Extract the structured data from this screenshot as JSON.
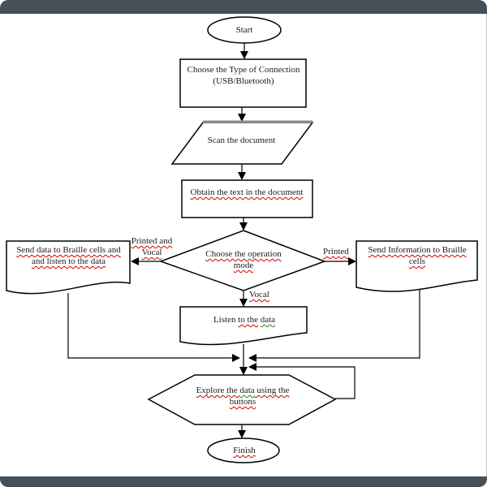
{
  "colors": {
    "frame_bar": "#44505a",
    "shape_stroke": "#000000",
    "spellcheck_underline": "#d40000",
    "grammar_underline": "#1e8a1e",
    "parallelogram_top_edge": "#8a8a8a"
  },
  "flowchart": {
    "start": {
      "label": "Start"
    },
    "connection": {
      "line1": "Choose the Type of Connection",
      "line2": "(USB/Bluetooth)"
    },
    "scan": {
      "label": "Scan the document"
    },
    "obtain": {
      "label": "Obtain the text in the document"
    },
    "decision": {
      "line1": "Choose the operation",
      "line2": "mode"
    },
    "branch_labels": {
      "left_line1": "Printed and",
      "left_line2": "Vocal",
      "right": "Printed",
      "down": "Vocal"
    },
    "doc_left": {
      "line1": "Send data to Braille cells and",
      "line2": "and listen to the data"
    },
    "doc_right": {
      "line1": "Send Information to Braille",
      "line2": "cells"
    },
    "listen": {
      "segments": [
        {
          "t": "Listen "
        },
        {
          "t": "to the",
          "u": "red"
        },
        {
          "t": " "
        },
        {
          "t": "data",
          "u": "green"
        }
      ]
    },
    "explore": {
      "line1_segments": [
        {
          "t": "Explore the ",
          "u": "red"
        },
        {
          "t": "data",
          "u": "green"
        },
        {
          "t": " using the",
          "u": "red"
        }
      ],
      "line2_segments": [
        {
          "t": "buttons",
          "u": "red"
        }
      ]
    },
    "finish": {
      "label": "Finish"
    }
  }
}
